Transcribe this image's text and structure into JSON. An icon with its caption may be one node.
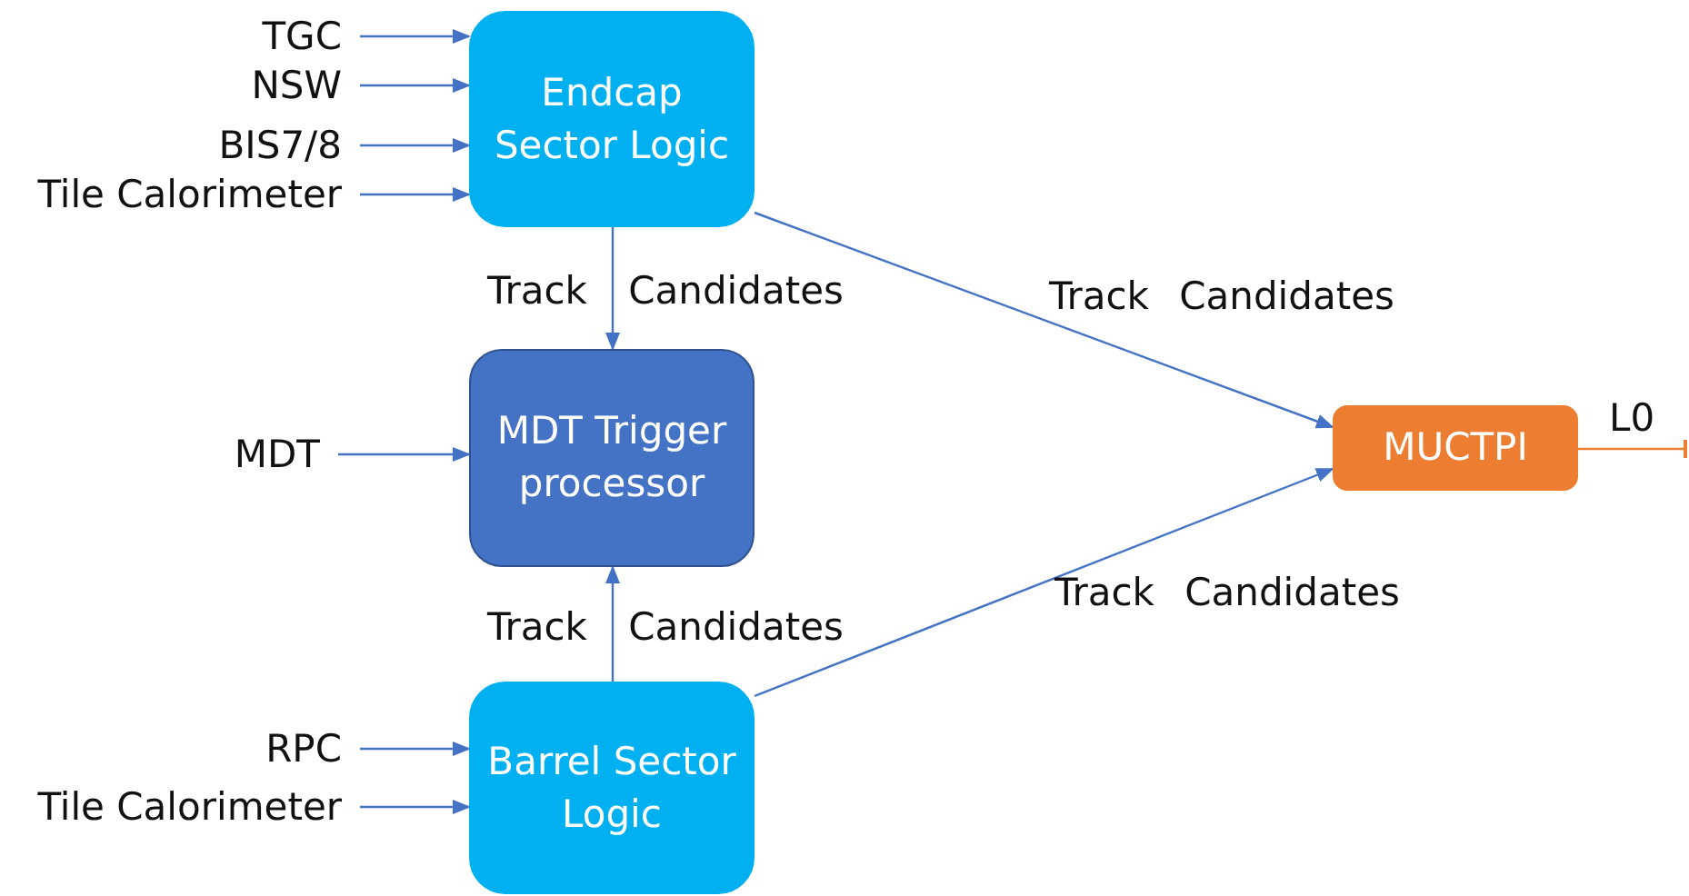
{
  "diagram": {
    "nodes": [
      {
        "text": [
          "TGC"
        ]
      },
      {
        "text": [
          "NSW"
        ]
      },
      {
        "text": [
          "BIS7/8"
        ]
      },
      {
        "text": [
          "Tile Calorimeter"
        ]
      },
      {
        "text": [
          "Endcap Sector Logic"
        ]
      },
      {
        "text": [
          "MDT"
        ]
      },
      {
        "text": [
          "MDT Trigger processor"
        ]
      },
      {
        "text": [
          "RPC"
        ]
      },
      {
        "text": [
          "Tile Calorimeter"
        ]
      },
      {
        "text": [
          "Barrel Sector Logic"
        ]
      },
      {
        "text": [
          "MUCTPI"
        ]
      }
    ],
    "edges": [
      {
        "from": 0,
        "to": 4,
        "arrow": "to"
      },
      {
        "from": 1,
        "to": 4,
        "arrow": "to"
      },
      {
        "from": 2,
        "to": 4,
        "arrow": "to"
      },
      {
        "from": 3,
        "to": 4,
        "arrow": "to"
      },
      {
        "from": 4,
        "to": 6,
        "arrow": "to",
        "label": "Track Candidates"
      },
      {
        "from": 4,
        "to": 10,
        "arrow": "to",
        "label": "Track Candidates"
      },
      {
        "from": 5,
        "to": 6,
        "arrow": "to"
      },
      {
        "from": 9,
        "to": 6,
        "arrow": "to",
        "label": "Track Candidates"
      },
      {
        "from": 9,
        "to": 10,
        "arrow": "to",
        "label": "Track Candidates"
      },
      {
        "from": 7,
        "to": 9,
        "arrow": "to"
      },
      {
        "from": 8,
        "to": 9,
        "arrow": "to"
      },
      {
        "from": 10,
        "to": null,
        "arrow": "other",
        "label": "L0",
        "color": "#ed7d31"
      }
    ]
  }
}
